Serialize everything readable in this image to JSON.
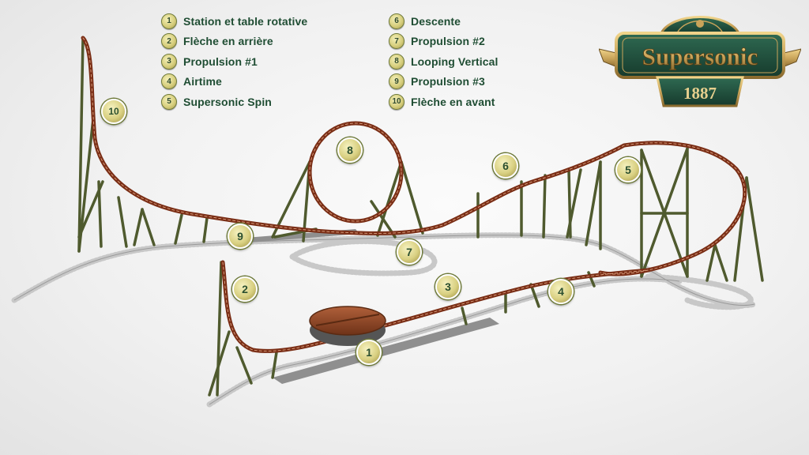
{
  "legend": {
    "items": [
      {
        "num": "1",
        "label": "Station et table rotative"
      },
      {
        "num": "2",
        "label": "Flèche en arrière"
      },
      {
        "num": "3",
        "label": "Propulsion #1"
      },
      {
        "num": "4",
        "label": "Airtime"
      },
      {
        "num": "5",
        "label": "Supersonic Spin"
      },
      {
        "num": "6",
        "label": "Descente"
      },
      {
        "num": "7",
        "label": "Propulsion #2"
      },
      {
        "num": "8",
        "label": "Looping Vertical"
      },
      {
        "num": "9",
        "label": "Propulsion #3"
      },
      {
        "num": "10",
        "label": "Flèche en avant"
      }
    ]
  },
  "markers": [
    "1",
    "2",
    "3",
    "4",
    "5",
    "6",
    "7",
    "8",
    "9",
    "10"
  ],
  "logo": {
    "name": "Supersonic",
    "year": "1887"
  },
  "colors": {
    "track": "#7a2e16",
    "support": "#4f5a2e",
    "shadow_track": "#c9c9c9",
    "text_green": "#1f4d33",
    "badge_gold": "#d9d082",
    "logo_green": "#1f4a3a",
    "logo_gold": "#c9a45a"
  }
}
